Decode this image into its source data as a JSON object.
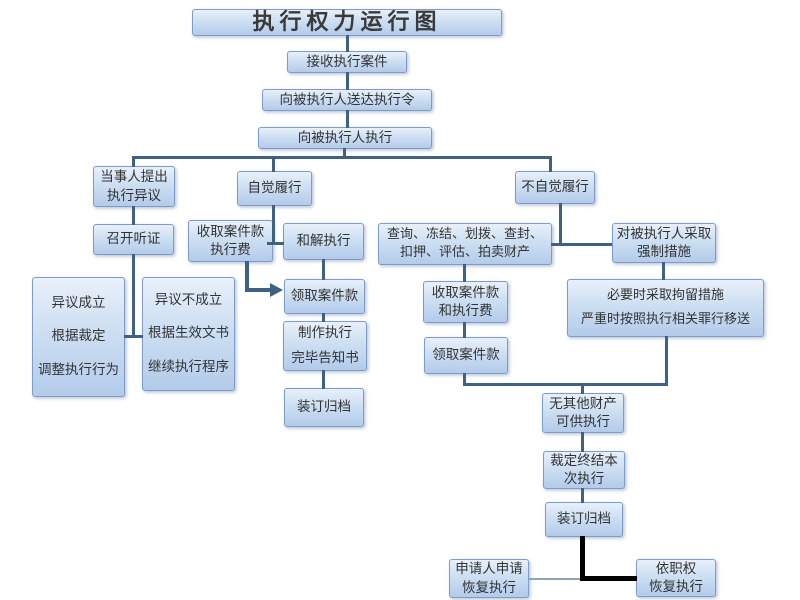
{
  "title": "执行权力运行图",
  "colors": {
    "box_fill_top": "#e9f0fa",
    "box_fill_bottom": "#b3cbea",
    "box_border": "#7d9cc9",
    "connector": "#3f6184",
    "connector_light": "#8fa3b5",
    "connector_emphasis": "#000000",
    "text": "#333333"
  },
  "nodes": {
    "title": {
      "label": "执行权力运行图"
    },
    "receive_case": {
      "label": "接收执行案件"
    },
    "serve_order": {
      "label": "向被执行人送达执行令"
    },
    "execute_against": {
      "label": "向被执行人执行"
    },
    "objection": {
      "label": "当事人提出\n执行异议"
    },
    "voluntary": {
      "label": "自觉履行"
    },
    "involuntary": {
      "label": "不自觉履行"
    },
    "hearing": {
      "label": "召开听证"
    },
    "collect_fee": {
      "label": "收取案件款\n执行费"
    },
    "settlement": {
      "label": "和解执行"
    },
    "inquiry_freeze": {
      "label": "查询、冻结、划拨、查封、\n扣押、评估、拍卖财产"
    },
    "coercive_measures": {
      "label": "对被执行人采取\n强制措施"
    },
    "objection_upheld": {
      "label": "异议成立\n根据裁定\n调整执行行为"
    },
    "objection_rejected": {
      "label": "异议不成立\n根据生效文书\n继续执行程序"
    },
    "receive_money_1": {
      "label": "领取案件款"
    },
    "completion_notice": {
      "label": "制作执行\n完毕告知书"
    },
    "archive_1": {
      "label": "装订归档"
    },
    "collect_fee_2": {
      "label": "收取案件款\n和执行费"
    },
    "receive_money_2": {
      "label": "领取案件款"
    },
    "detention": {
      "label": "必要时采取拘留措施\n严重时按照执行相关罪行移送"
    },
    "no_property": {
      "label": "无其他财产\n可供执行"
    },
    "terminate": {
      "label": "裁定终结本\n次执行"
    },
    "archive_2": {
      "label": "装订归档"
    },
    "applicant_resume": {
      "label": "申请人申请\n恢复执行"
    },
    "ex_officio_resume": {
      "label": "依职权\n恢复执行"
    }
  }
}
